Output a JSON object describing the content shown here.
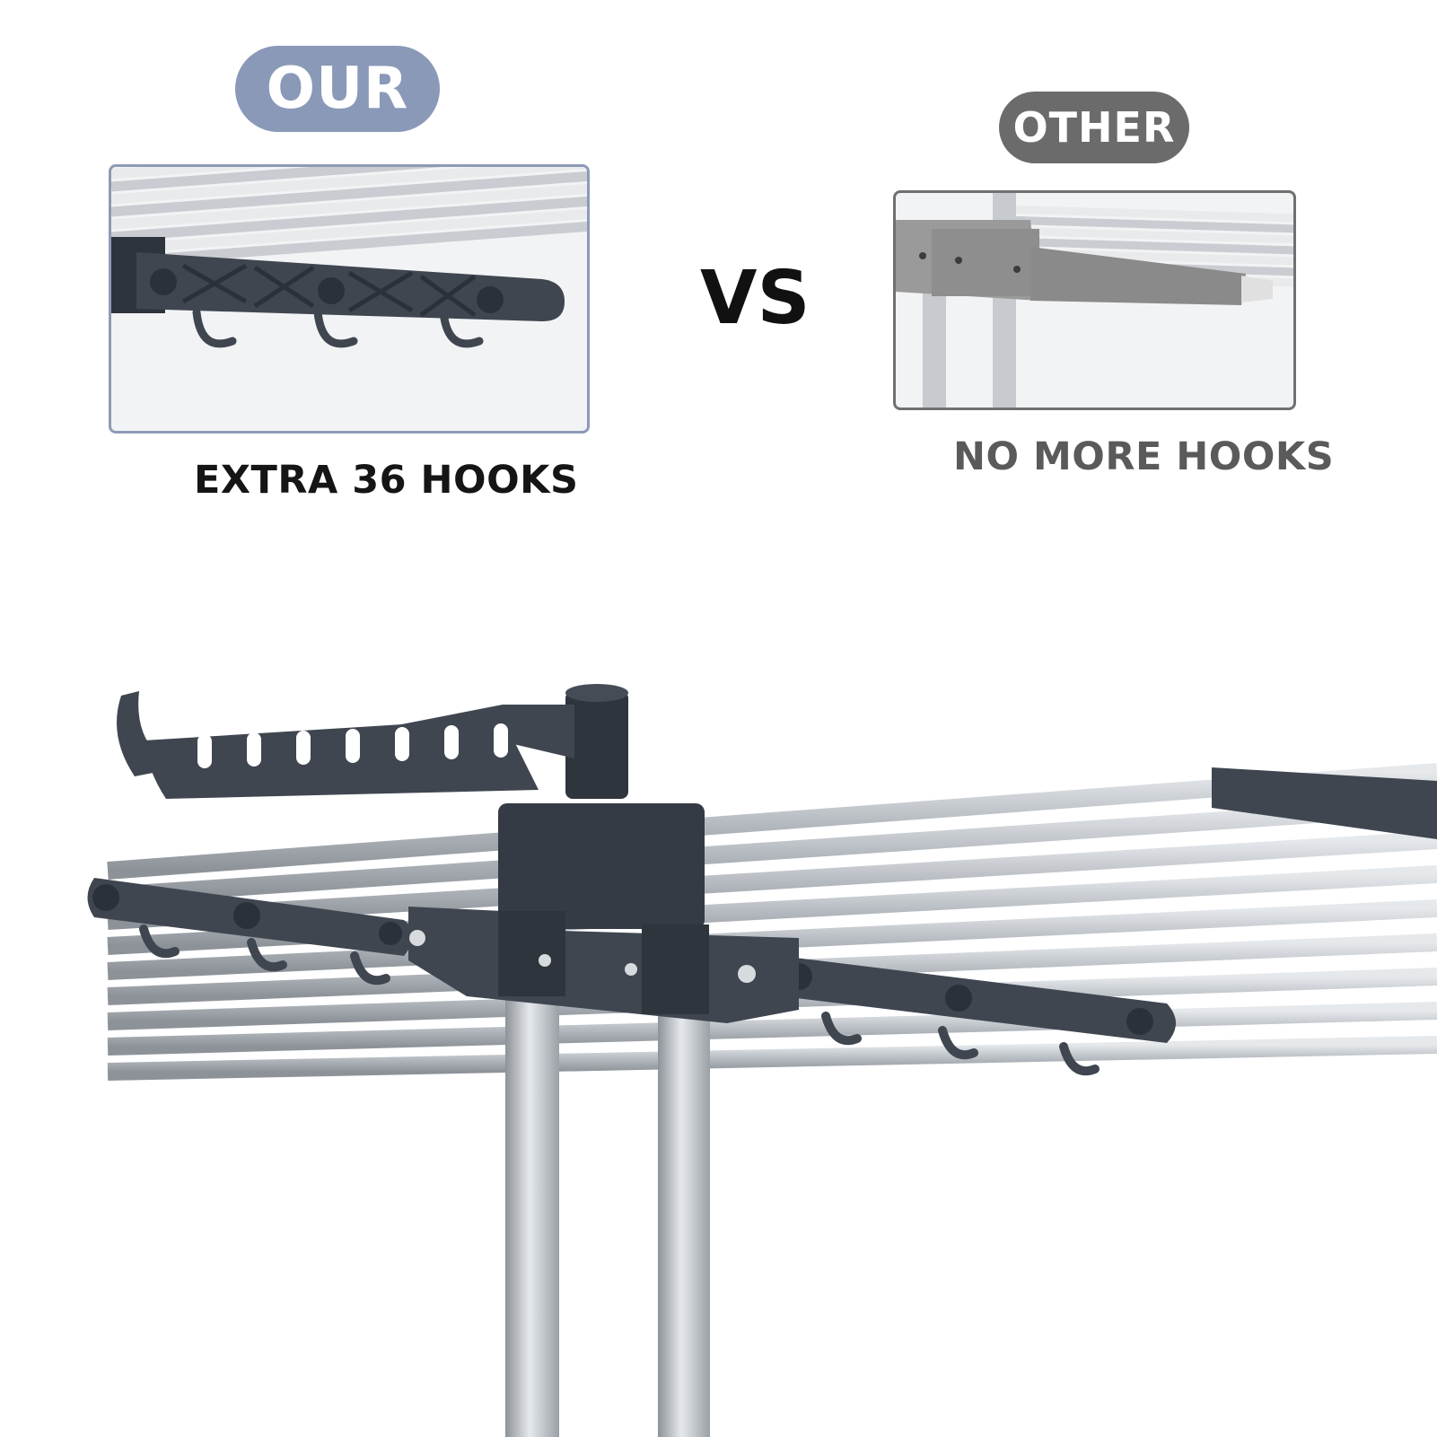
{
  "comparison": {
    "ours": {
      "badge": "OUR",
      "badge_color": "#8a99b8",
      "caption": "EXTRA 36 HOOKS",
      "caption_color": "#151515",
      "frame_color": "#8e9ab6"
    },
    "versus": "VS",
    "other": {
      "badge": "OTHER",
      "badge_color": "#6b6b6b",
      "caption": "NO MORE HOOKS",
      "caption_color": "#5a5a5a",
      "frame_color": "#707070"
    }
  },
  "colors": {
    "plastic": "#3f4650",
    "rod": "#b7bcc2",
    "rod_highlight": "#e6e9ec"
  }
}
